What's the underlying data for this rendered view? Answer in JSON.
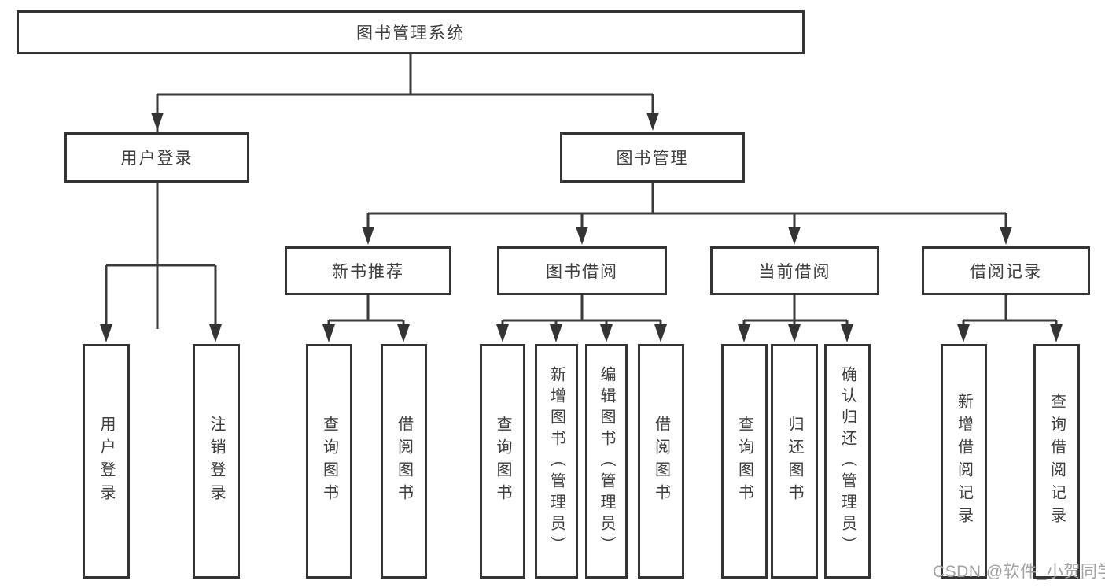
{
  "colors": {
    "line": "#3a3a3a",
    "box_border": "#343434",
    "text": "#3d3d3d",
    "watermark": "#a2a2a2"
  },
  "watermark": "CSDN @软件_小贺同学",
  "tree": {
    "root": "图书管理系统",
    "user_login": {
      "label": "用户登录",
      "children": [
        "用户登录",
        "注销登录"
      ]
    },
    "book_management": {
      "label": "图书管理",
      "sections": [
        {
          "label": "新书推荐",
          "children": [
            "查询图书",
            "借阅图书"
          ]
        },
        {
          "label": "图书借阅",
          "children": [
            "查询图书",
            "新增图书（管理员）",
            "编辑图书（管理员）",
            "借阅图书"
          ]
        },
        {
          "label": "当前借阅",
          "children": [
            "查询图书",
            "归还图书",
            "确认归还（管理员）"
          ]
        },
        {
          "label": "借阅记录",
          "children": [
            "新增借阅记录",
            "查询借阅记录"
          ]
        }
      ]
    }
  }
}
